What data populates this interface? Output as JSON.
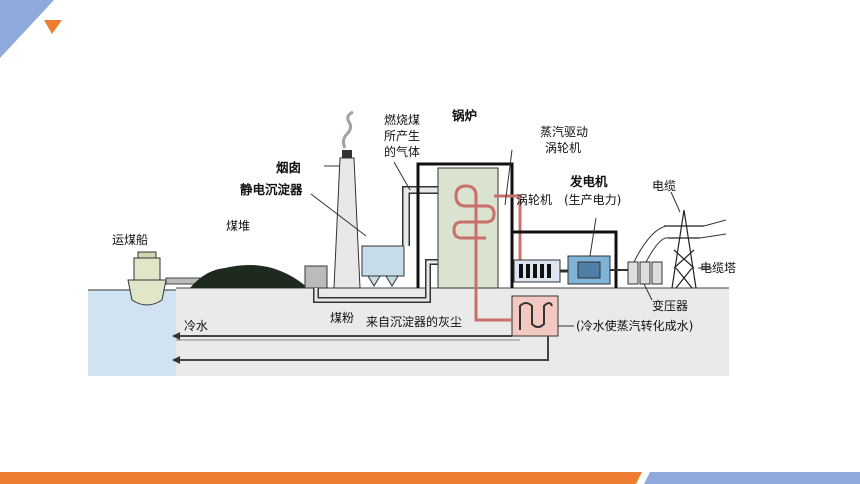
{
  "colors": {
    "corner_blue": "#8eaadb",
    "corner_orange": "#ed7d31",
    "bottom_orange": "#ed7d31",
    "bottom_blue": "#8eaadb",
    "ground": "#eaeaea",
    "water": "#cfe3f2",
    "boiler": "#d9e3cf",
    "pipe": "#222222"
  },
  "labels": {
    "coal_ship": "运煤船",
    "coal_pile": "煤堆",
    "chimney": "烟囱",
    "precipitator": "静电沉淀器",
    "gas_line1": "燃烧煤",
    "gas_line2": "所产生",
    "gas_line3": "的气体",
    "boiler": "锅炉",
    "steam_line1": "蒸汽驱动",
    "steam_line2": "涡轮机",
    "turbine": "涡轮机",
    "generator": "发电机",
    "generator_note": "(生产电力)",
    "cable": "电缆",
    "tower": "电缆塔",
    "transformer": "变压器",
    "coal_powder": "煤粉",
    "ash": "来自沉淀器的灰尘",
    "cold_water": "冷水",
    "condenser_note": "(冷水使蒸汽转化成水)"
  }
}
